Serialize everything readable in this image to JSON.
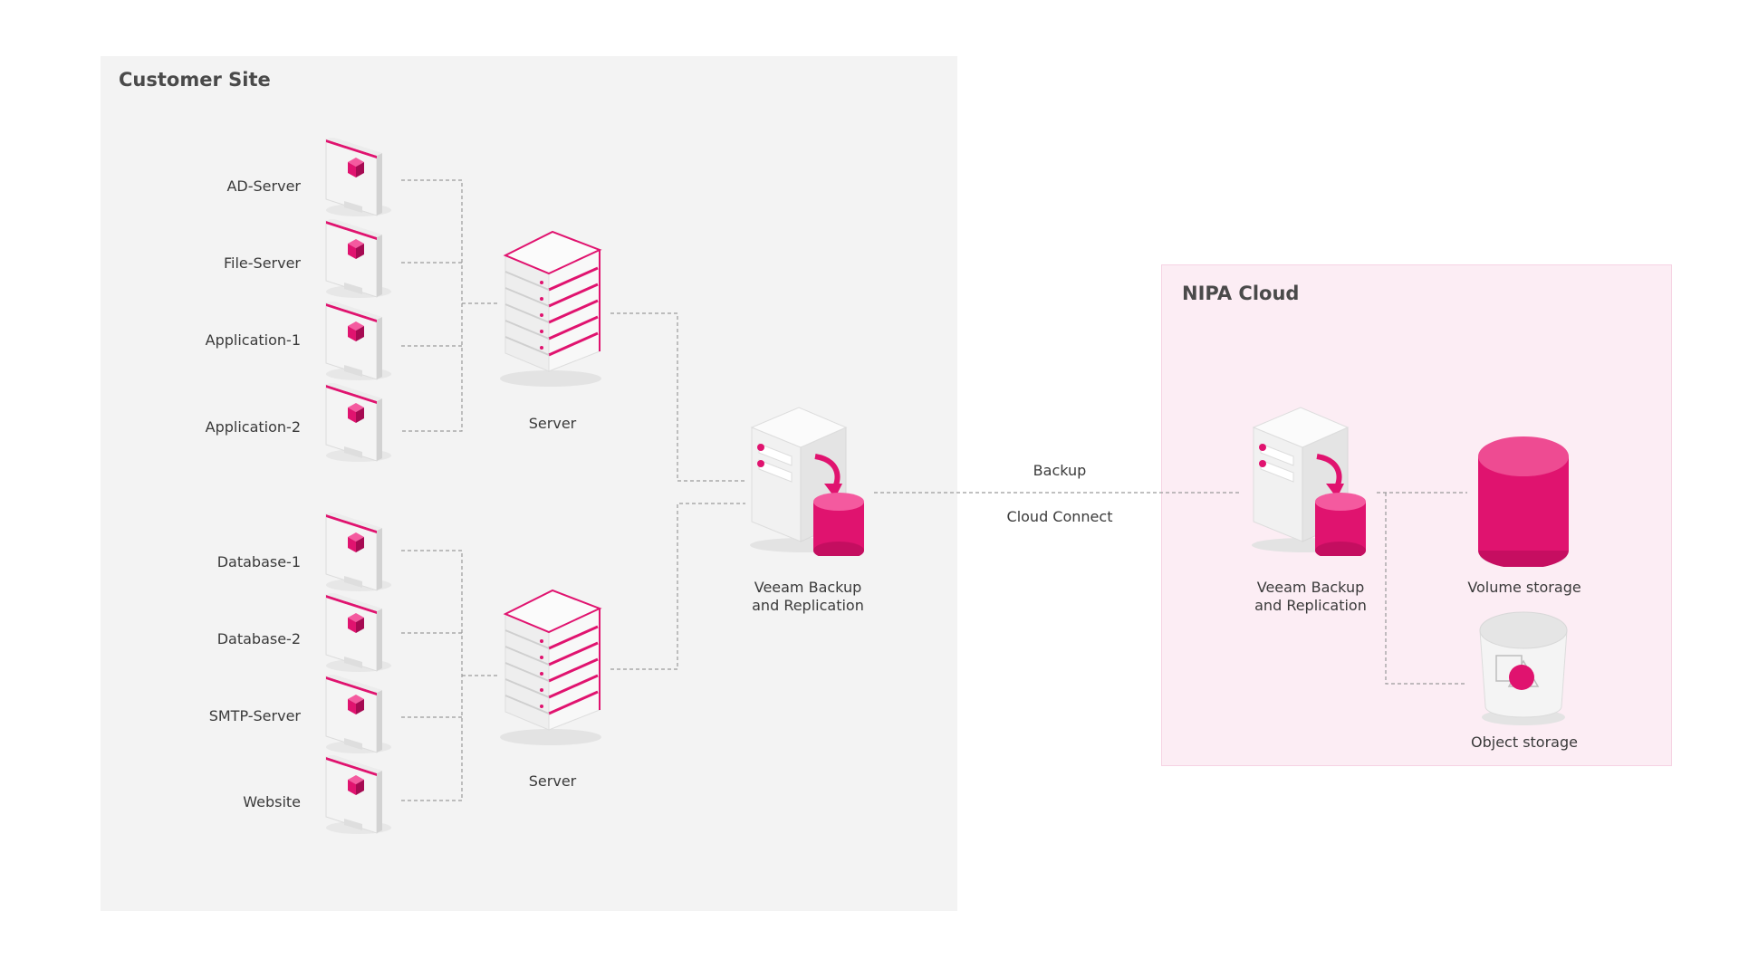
{
  "customer_site": {
    "title": "Customer Site",
    "group_top": {
      "hosts": [
        "AD-Server",
        "File-Server",
        "Application-1",
        "Application-2"
      ],
      "server_label": "Server"
    },
    "group_bottom": {
      "hosts": [
        "Database-1",
        "Database-2",
        "SMTP-Server",
        "Website"
      ],
      "server_label": "Server"
    },
    "veeam": {
      "line1": "Veeam Backup",
      "line2": "and Replication"
    }
  },
  "connection": {
    "top_label": "Backup",
    "bottom_label": "Cloud Connect"
  },
  "nipa_cloud": {
    "title": "NIPA Cloud",
    "veeam": {
      "line1": "Veeam Backup",
      "line2": "and Replication"
    },
    "volume_storage": "Volume storage",
    "object_storage": "Object storage"
  },
  "colors": {
    "accent": "#e0136f",
    "customer_bg": "#f3f3f3",
    "cloud_bg": "#fcedf4",
    "connector": "#9a9a9a"
  },
  "icons": {
    "host": "monitor-vm-icon",
    "server": "server-rack-icon",
    "veeam": "backup-server-icon",
    "volume": "volume-storage-icon",
    "object": "object-storage-icon"
  }
}
